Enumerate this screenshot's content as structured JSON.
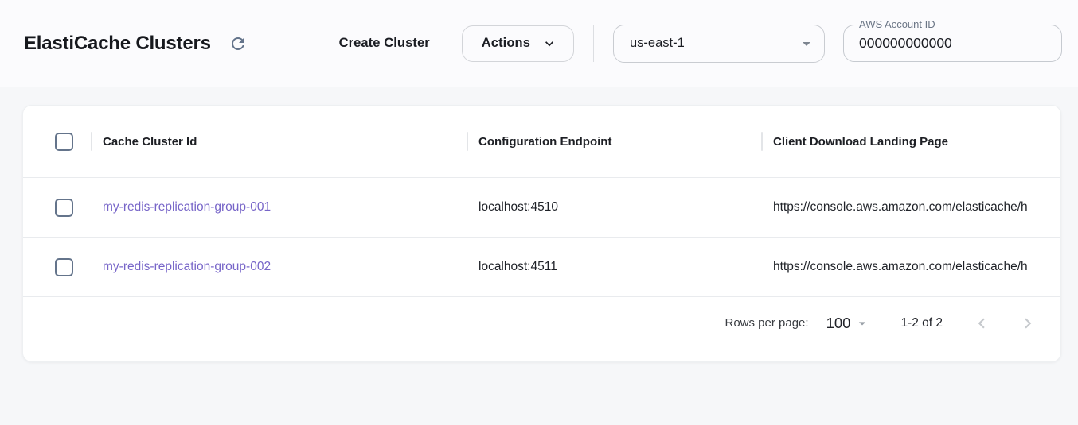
{
  "header": {
    "title": "ElastiCache Clusters",
    "create_cluster_label": "Create Cluster",
    "actions_label": "Actions",
    "region": "us-east-1",
    "account_id_label": "AWS Account ID",
    "account_id_value": "000000000000"
  },
  "table": {
    "columns": {
      "cache_cluster_id": "Cache Cluster Id",
      "configuration_endpoint": "Configuration Endpoint",
      "client_download_landing_page": "Client Download Landing Page"
    },
    "rows": [
      {
        "cache_cluster_id": "my-redis-replication-group-001",
        "configuration_endpoint": "localhost:4510",
        "client_download_landing_page": "https://console.aws.amazon.com/elasticache/h"
      },
      {
        "cache_cluster_id": "my-redis-replication-group-002",
        "configuration_endpoint": "localhost:4511",
        "client_download_landing_page": "https://console.aws.amazon.com/elasticache/h"
      }
    ],
    "pagination": {
      "rows_per_page_label": "Rows per page:",
      "rows_per_page_value": "100",
      "range_label": "1-2 of 2"
    }
  },
  "icons": {
    "refresh": "circular-arrow",
    "chevron_down": "expand-more",
    "dropdown_arrow": "filled-triangle-down",
    "chevron_left": "keyboard-arrow-left",
    "chevron_right": "keyboard-arrow-right"
  },
  "colors": {
    "link_purple": "#7765c8",
    "slate_icon": "#64748b",
    "page_background": "#f6f7f9",
    "card_background": "#ffffff"
  }
}
